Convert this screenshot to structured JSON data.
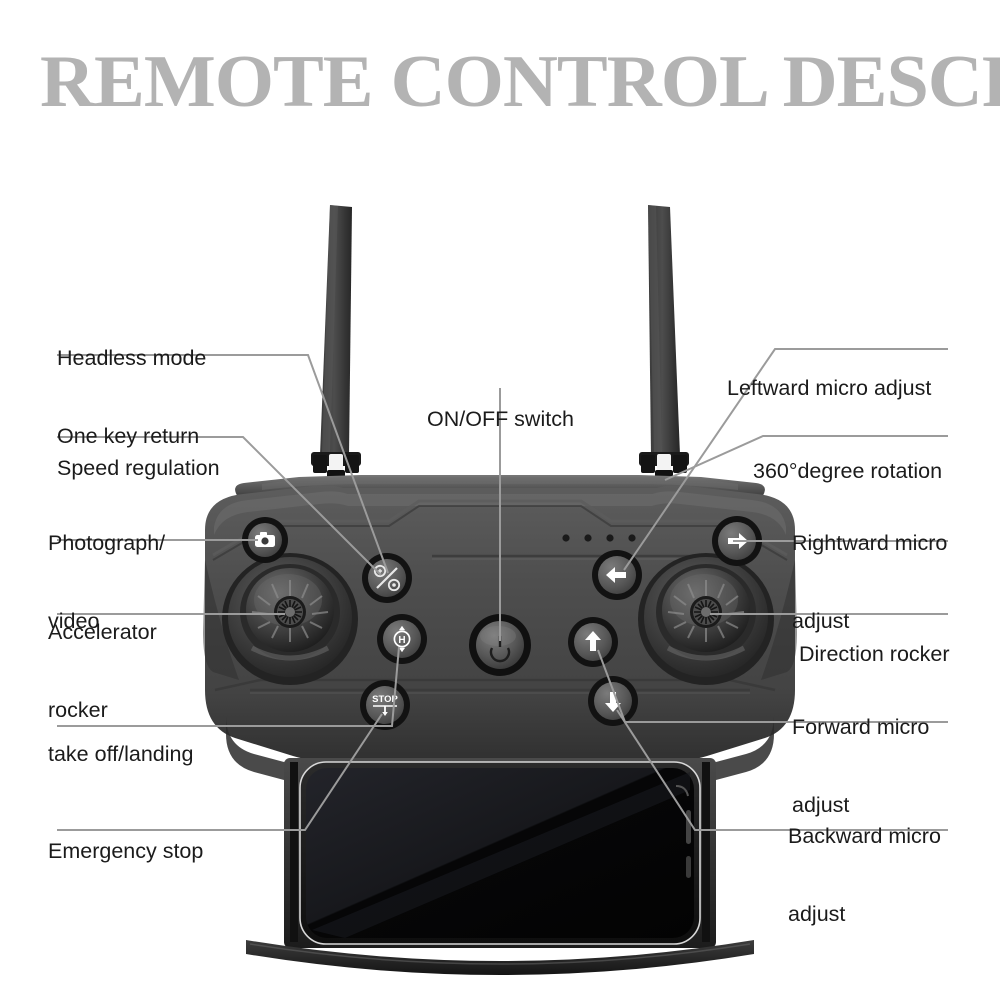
{
  "page": {
    "title": "REMOTE CONTROL DESCRIPTION",
    "background_color": "#ffffff",
    "title_color": "#b3b3b3",
    "label_color": "#1b1b1b",
    "leader_line_color": "#9b9b9b",
    "body_color": "#4a4a4a",
    "body_dark_color": "#2e2e2e",
    "button_color": "#5a5a5a",
    "button_ring_color": "#141414",
    "icon_color": "#ffffff"
  },
  "labels": {
    "left": [
      {
        "id": "headless-mode",
        "line1": "Headless mode",
        "line2": "One key return"
      },
      {
        "id": "speed-regulation",
        "line1": "Speed regulation",
        "line2": ""
      },
      {
        "id": "photograph-video",
        "line1": "Photograph/",
        "line2": "video"
      },
      {
        "id": "accelerator-rocker",
        "line1": "Accelerator",
        "line2": "rocker"
      },
      {
        "id": "take-off-landing",
        "line1": "take off/landing",
        "line2": ""
      },
      {
        "id": "emergency-stop",
        "line1": "Emergency stop",
        "line2": ""
      }
    ],
    "center": [
      {
        "id": "on-off-switch",
        "line1": "ON/OFF switch",
        "line2": ""
      }
    ],
    "right": [
      {
        "id": "leftward-micro-adjust",
        "line1": "Leftward micro adjust",
        "line2": ""
      },
      {
        "id": "degree-rotation",
        "line1": "360°degree rotation",
        "line2": ""
      },
      {
        "id": "rightward-micro-adjust",
        "line1": "Rightward micro",
        "line2": "adjust"
      },
      {
        "id": "direction-rocker",
        "line1": "Direction rocker",
        "line2": ""
      },
      {
        "id": "forward-micro-adjust",
        "line1": "Forward micro",
        "line2": "adjust"
      },
      {
        "id": "backward-micro-adjust",
        "line1": "Backward micro",
        "line2": "adjust"
      }
    ]
  },
  "controller": {
    "name": "drone-remote-controller",
    "antennas": [
      {
        "id": "antenna-left",
        "state": "raised"
      },
      {
        "id": "antenna-right",
        "state": "raised"
      }
    ],
    "buttons": [
      {
        "id": "photo-video-button",
        "icon": "camera-icon",
        "glyph": "camera"
      },
      {
        "id": "speed-regulation-button",
        "icon": "speed-percent-icon",
        "glyph": "%"
      },
      {
        "id": "takeoff-landing-button",
        "icon": "altitude-hold-h-icon",
        "glyph": "H"
      },
      {
        "id": "emergency-stop-button",
        "icon": "stop-icon",
        "glyph": "STOP"
      },
      {
        "id": "power-button",
        "icon": "power-icon",
        "glyph": "power"
      },
      {
        "id": "left-trim-button",
        "icon": "arrow-left-icon",
        "glyph": "◀"
      },
      {
        "id": "right-trim-button",
        "icon": "arrow-right-icon",
        "glyph": "▶"
      },
      {
        "id": "forward-trim-button",
        "icon": "arrow-up-icon",
        "glyph": "▲"
      },
      {
        "id": "backward-trim-button",
        "icon": "arrow-down-icon",
        "glyph": "▼"
      }
    ],
    "sticks": [
      {
        "id": "left-stick",
        "function": "accelerator-rocker"
      },
      {
        "id": "right-stick",
        "function": "direction-rocker"
      }
    ],
    "indicator_led_count": 4,
    "phone": {
      "id": "mounted-phone",
      "screen_state": "off"
    }
  }
}
